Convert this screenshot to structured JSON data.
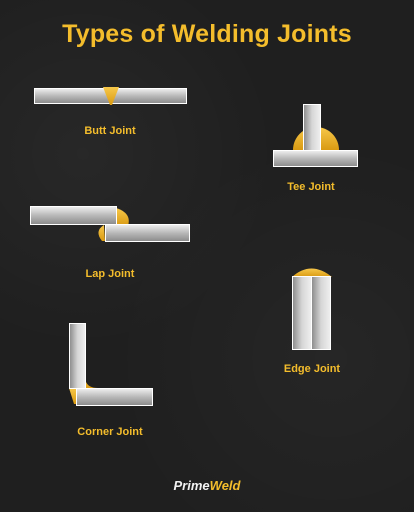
{
  "title": "Types of Welding Joints",
  "joints": {
    "butt": "Butt Joint",
    "tee": "Tee Joint",
    "lap": "Lap Joint",
    "edge": "Edge Joint",
    "corner": "Corner Joint"
  },
  "brand": {
    "part1": "Prime",
    "part2": "Weld"
  },
  "colors": {
    "accent": "#f4bd2c",
    "weld": "#f2b92a",
    "plate_light": "#e8e8e8",
    "plate_dark": "#8a8a8a"
  }
}
